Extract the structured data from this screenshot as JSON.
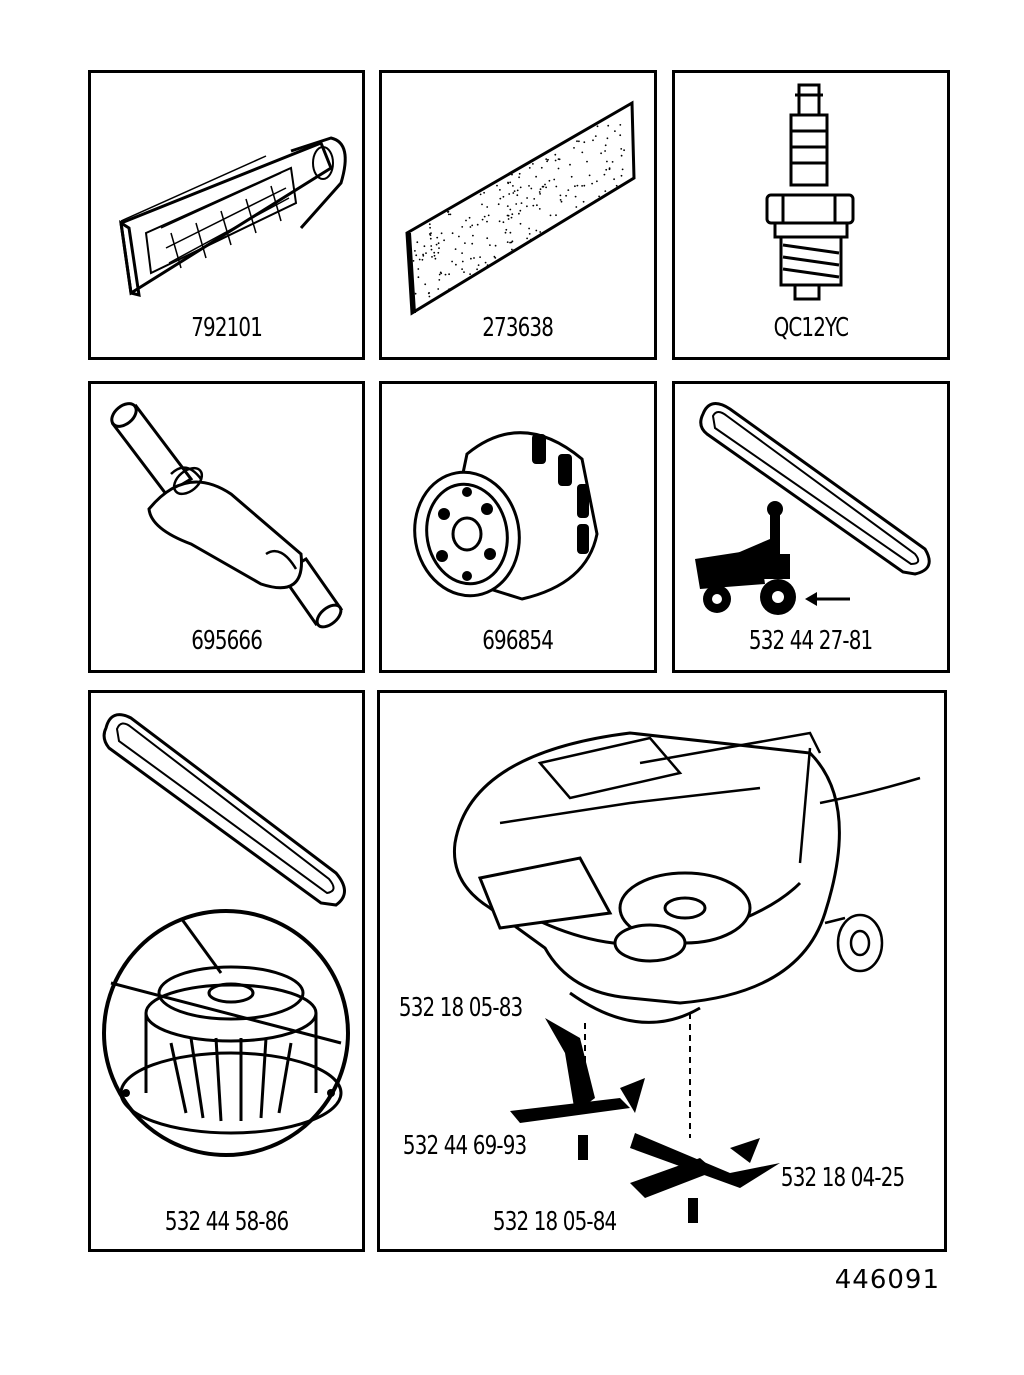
{
  "figure_number": "446091",
  "panels": [
    {
      "part_number": "792101",
      "icon": "air-filter-icon"
    },
    {
      "part_number": "273638",
      "icon": "pre-filter-icon"
    },
    {
      "part_number": "QC12YC",
      "icon": "spark-plug-icon"
    },
    {
      "part_number": "695666",
      "icon": "fuel-filter-icon"
    },
    {
      "part_number": "696854",
      "icon": "oil-filter-icon"
    },
    {
      "part_number": "532 44 27-81",
      "icon": "drive-belt-icon"
    },
    {
      "part_number": "532 44 58-86",
      "icon": "deck-belt-pulley-icon"
    }
  ],
  "mower_deck": {
    "icon": "mower-deck-icon",
    "callouts": [
      "532 18 05-83",
      "532 44 69-93",
      "532 18 05-84",
      "532 18 04-25"
    ]
  }
}
